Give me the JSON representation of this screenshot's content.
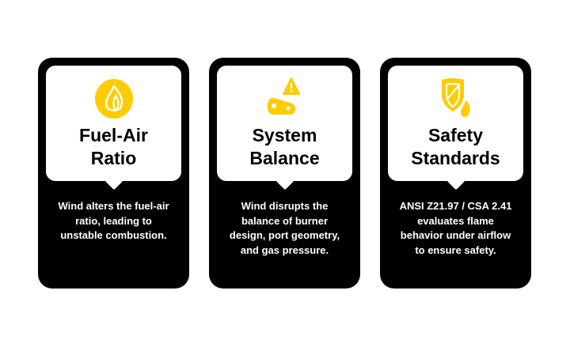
{
  "colors": {
    "accent": "#FFCC00",
    "card": "#000000"
  },
  "cards": [
    {
      "title_line1": "Fuel-Air",
      "title_line2": "Ratio",
      "icon": "flame-icon",
      "description": "Wind alters the fuel-air ratio, leading to unstable combustion."
    },
    {
      "title_line1": "System",
      "title_line2": "Balance",
      "icon": "burner-warning-icon",
      "description": "Wind disrupts the balance of burner design, port geometry, and gas pressure."
    },
    {
      "title_line1": "Safety",
      "title_line2": "Standards",
      "icon": "shield-flame-icon",
      "description": "ANSI Z21.97 / CSA 2.41 evaluates flame behavior under airflow to ensure safety."
    }
  ]
}
